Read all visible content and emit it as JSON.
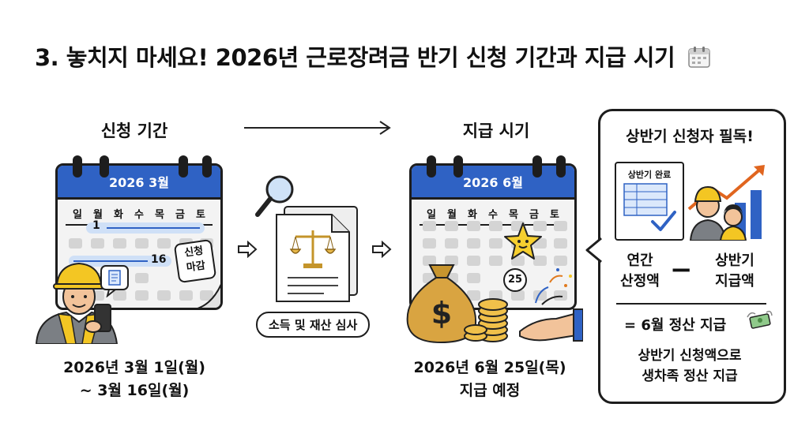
{
  "title": "3. 놓치지 마세요! 2026년 근로장려금 반기 신청 기간과 지급 시기",
  "icons": {
    "title": "calendar-icon",
    "arrow": "arrow-right-icon"
  },
  "colors": {
    "calendar_header": "#2f62c4",
    "panel_border": "#1d1d1d"
  },
  "application": {
    "heading": "신청 기간",
    "calendar_month": "2026 3월",
    "weekdays": [
      "일",
      "월",
      "화",
      "수",
      "목",
      "금",
      "토"
    ],
    "start_day": "1",
    "end_day": "16",
    "deadline_stamp": [
      "신청",
      "마감"
    ],
    "caption_line1": "2026년 3월 1일(월)",
    "caption_line2": "~ 3월 16일(월)"
  },
  "review": {
    "label": "소득 및 재산 심사"
  },
  "payment": {
    "heading": "지급 시기",
    "calendar_month": "2026 6월",
    "weekdays": [
      "일",
      "월",
      "화",
      "수",
      "목",
      "금",
      "토"
    ],
    "pay_day": "25",
    "caption_line1": "2026년 6월 25일(목)",
    "caption_line2": "지급 예정"
  },
  "notice_panel": {
    "heading": "상반기 신청자 필독!",
    "doc_label": "상반기 완료",
    "annual_line1": "연간",
    "annual_line2": "산정액",
    "minus": "−",
    "half_line1": "상반기",
    "half_line2": "지급액",
    "result": "= 6월 정산 지급",
    "footer_line1": "상반기 신청액으로",
    "footer_line2": "생차족 정산 지급"
  }
}
